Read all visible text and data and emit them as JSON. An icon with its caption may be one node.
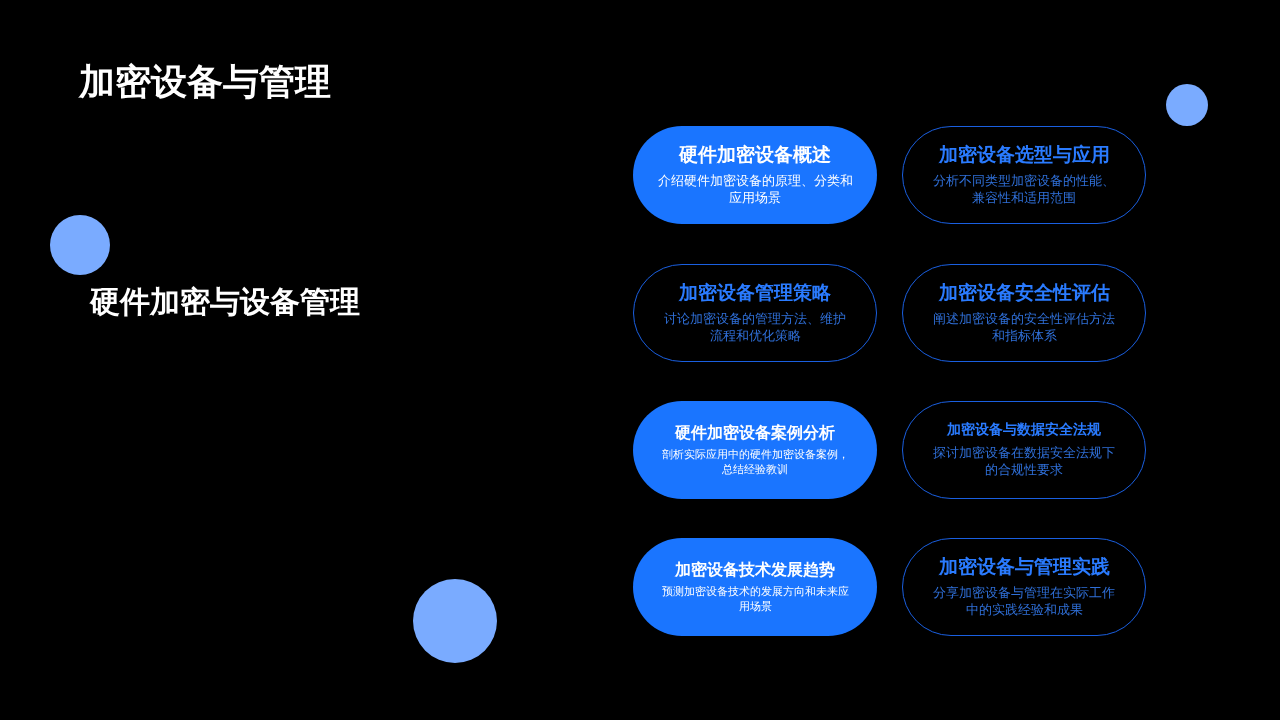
{
  "diagram": {
    "title": "加密设备与管理",
    "nodes": [
      {
        "text": [
          "硬件加密设备概述",
          "介绍硬件加密设备的原理、分类和应用场景"
        ]
      },
      {
        "text": [
          "加密设备选型与应用",
          "分析不同类型加密设备的性能、兼容性和适用范围"
        ]
      },
      {
        "text": [
          "加密设备管理策略",
          "讨论加密设备的管理方法、维护流程和优化策略"
        ]
      },
      {
        "text": [
          "加密设备安全性评估",
          "阐述加密设备的安全性评估方法和指标体系"
        ]
      },
      {
        "text": [
          "硬件加密设备案例分析",
          "剖析实际应用中的硬件加密设备案例，总结经验教训"
        ]
      },
      {
        "text": [
          "加密设备与数据安全法规",
          "探讨加密设备在数据安全法规下的合规性要求"
        ]
      },
      {
        "text": [
          "加密设备技术发展趋势",
          "预测加密设备技术的发展方向和未来应用场景"
        ]
      },
      {
        "text": [
          "加密设备与管理实践",
          "分享加密设备与管理在实际工作中的实践经验和成果"
        ]
      }
    ],
    "labels": [
      "硬件加密与设备管理"
    ]
  }
}
